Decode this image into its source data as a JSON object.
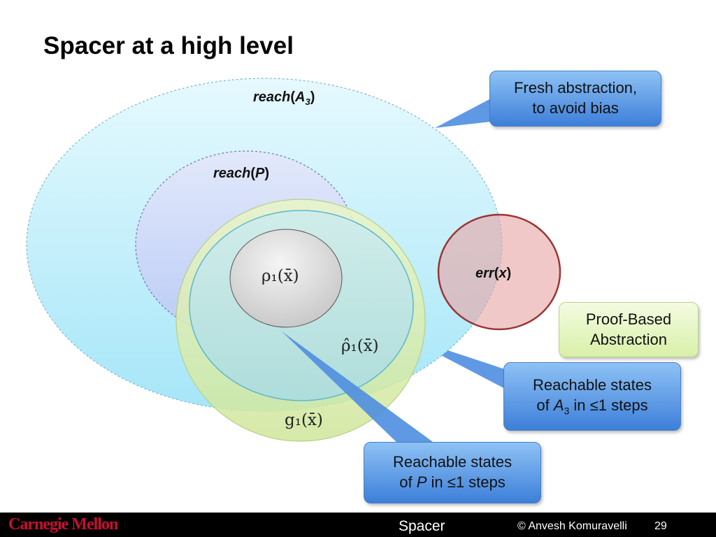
{
  "slide": {
    "title": "Spacer at a high level"
  },
  "labels": {
    "reach_a3": {
      "prefix": "reach",
      "paren_open": "(",
      "arg": "A",
      "sub": "3",
      "paren_close": ")"
    },
    "reach_p": {
      "prefix": "reach",
      "paren_open": "(",
      "arg": "P",
      "paren_close": ")"
    },
    "err": {
      "prefix": "err",
      "paren_open": "(",
      "arg": "x",
      "paren_close": ")"
    },
    "rho1": "ρ₁(x̄)",
    "rho1_hat": "ρ̂₁(x̄)",
    "g1": "g₁(x̄)"
  },
  "callouts": {
    "fresh": {
      "line1": "Fresh abstraction,",
      "line2": "to avoid bias"
    },
    "proof": {
      "line1": "Proof-Based",
      "line2": "Abstraction"
    },
    "a3": {
      "line1": "Reachable states",
      "line2_pre": "of ",
      "line2_var": "A",
      "line2_sub": "3",
      "line2_post": " in ≤1 steps"
    },
    "p": {
      "line1": "Reachable states",
      "line2_pre": "of ",
      "line2_var": "P",
      "line2_post": " in ≤1 steps"
    }
  },
  "footer": {
    "logo": "Carnegie Mellon",
    "title": "Spacer",
    "copyright": "© Anvesh Komuravelli",
    "page": "29"
  },
  "colors": {
    "outer_fill": "#bfeefa",
    "reach_p_fill": "#cdd9f7",
    "g1_fill": "#d8eba8",
    "rho_hat_fill": "#b3dfe6",
    "err_stroke": "#9a3535",
    "err_fill": "#e8a3a3",
    "callout_blue": "#4f8ee0"
  }
}
